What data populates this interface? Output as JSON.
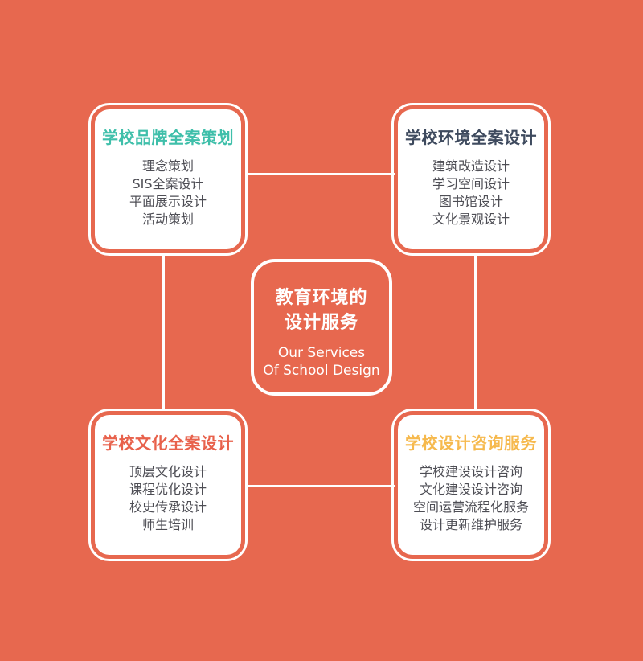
{
  "colors": {
    "background": "#E7684F",
    "line": "#FFFFFF",
    "card_fill": "#FFFFFF",
    "item_text": "#4E4E55",
    "center_text": "#FFFFFF"
  },
  "center": {
    "title_lines": [
      "教育环境的",
      "设计服务"
    ],
    "subtitle_lines": [
      "Our Services",
      "Of School Design"
    ]
  },
  "nodes": [
    {
      "id": "brand-planning",
      "title": "学校品牌全案策划",
      "title_color": "#3FBFAA",
      "items": [
        "理念策划",
        "SIS全案设计",
        "平面展示设计",
        "活动策划"
      ]
    },
    {
      "id": "environment-design",
      "title": "学校环境全案设计",
      "title_color": "#3E4A5E",
      "items": [
        "建筑改造设计",
        "学习空间设计",
        "图书馆设计",
        "文化景观设计"
      ]
    },
    {
      "id": "culture-design",
      "title": "学校文化全案设计",
      "title_color": "#E8614B",
      "items": [
        "顶层文化设计",
        "课程优化设计",
        "校史传承设计",
        "师生培训"
      ]
    },
    {
      "id": "consulting-service",
      "title": "学校设计咨询服务",
      "title_color": "#F6B94D",
      "items": [
        "学校建设设计咨询",
        "文化建设设计咨询",
        "空间运营流程化服务",
        "设计更新维护服务"
      ]
    }
  ]
}
